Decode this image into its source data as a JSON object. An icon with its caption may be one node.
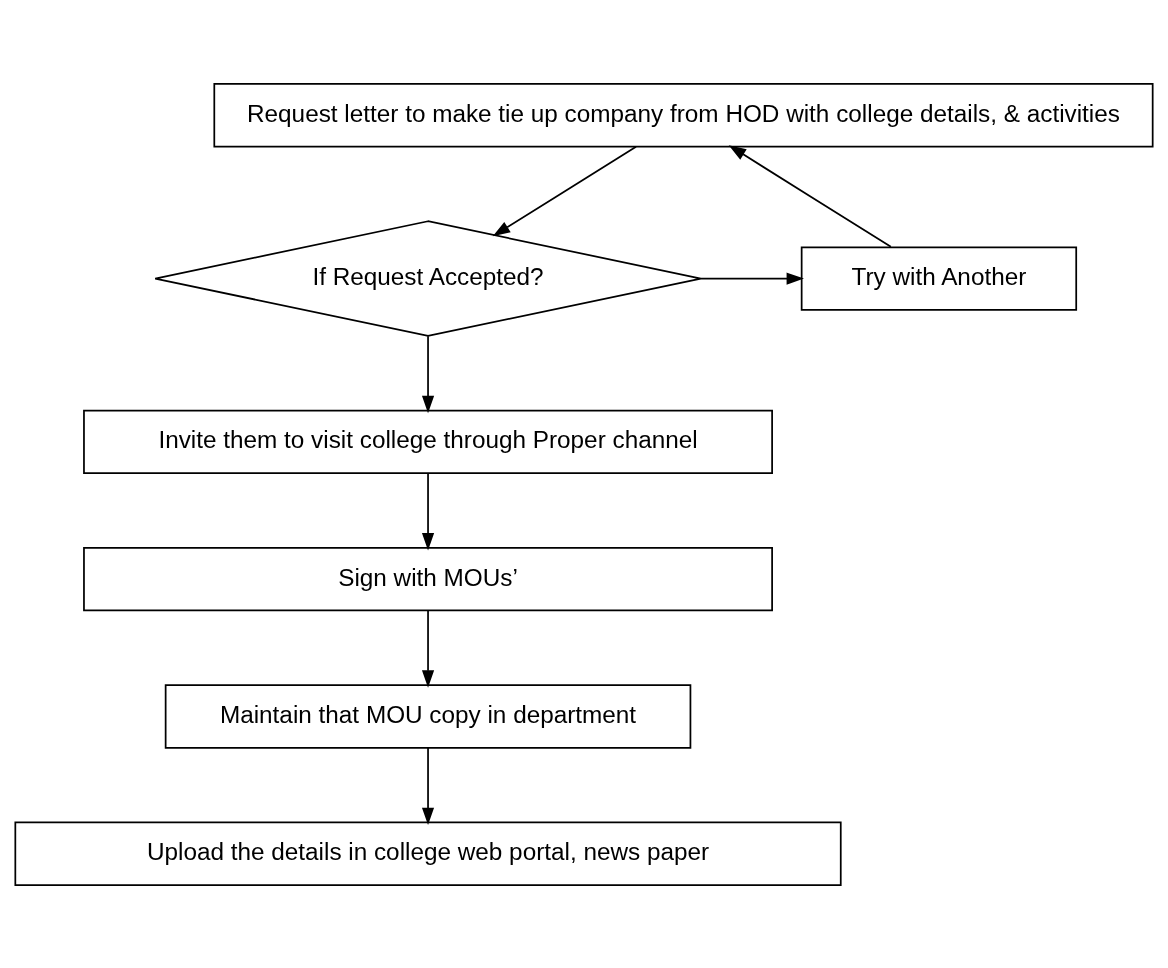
{
  "diagram": {
    "nodes": [
      {
        "text": [
          "Request letter to make tie up company from HOD with college details, & activities"
        ]
      },
      {
        "text": [
          "If Request Accepted?"
        ]
      },
      {
        "text": [
          "Try with Another"
        ]
      },
      {
        "text": [
          "Invite them to visit college through Proper channel"
        ]
      },
      {
        "text": [
          "Sign with MOUs’"
        ]
      },
      {
        "text": [
          "Maintain that MOU copy in department"
        ]
      },
      {
        "text": [
          "Upload the details in college web portal, news paper"
        ]
      }
    ],
    "edges": [
      {
        "from": 0,
        "to": 1,
        "arrow": "to"
      },
      {
        "from": 1,
        "to": 2,
        "arrow": "to"
      },
      {
        "from": 2,
        "to": 0,
        "arrow": "to"
      },
      {
        "from": 1,
        "to": 3,
        "arrow": "to"
      },
      {
        "from": 3,
        "to": 4,
        "arrow": "to"
      },
      {
        "from": 4,
        "to": 5,
        "arrow": "to"
      },
      {
        "from": 5,
        "to": 6,
        "arrow": "to"
      }
    ]
  }
}
